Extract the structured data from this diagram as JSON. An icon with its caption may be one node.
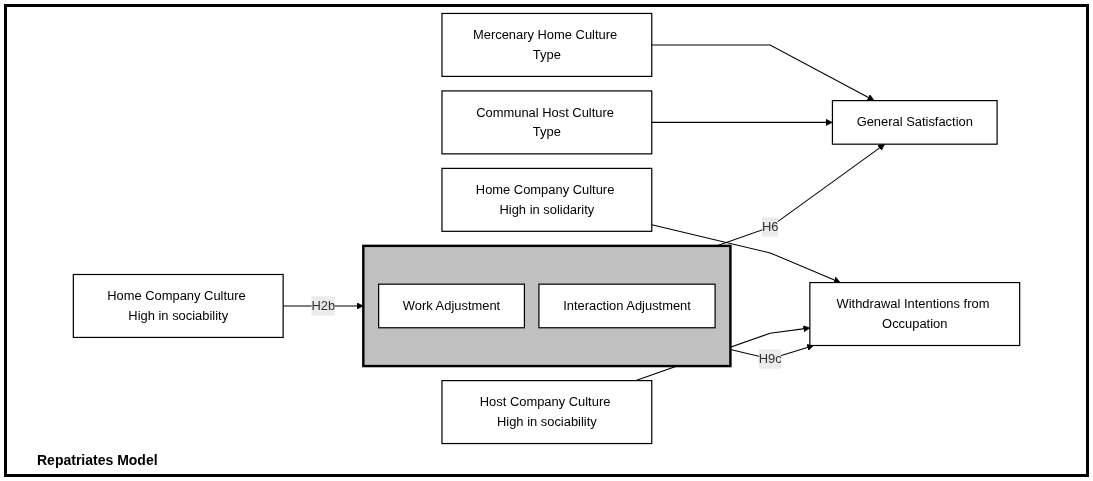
{
  "diagram": {
    "caption": "Repatriates Model",
    "nodes": [
      {
        "text": [
          "Mercenary Home Culture Type"
        ]
      },
      {
        "text": [
          "Home Company Culture High in sociability"
        ]
      },
      {
        "text": [
          "Home Company Culture High in solidarity"
        ]
      },
      {
        "text": [
          "Host Company Culture High in sociability"
        ]
      },
      {
        "text": [
          "Communal Host Culture Type"
        ]
      },
      {
        "text": [],
        "shape": "box"
      },
      {
        "text": [
          "Work Adjustment"
        ],
        "in": 5
      },
      {
        "text": [
          "Interaction Adjustment"
        ],
        "in": 5
      },
      {
        "text": [
          "General Satisfaction"
        ]
      },
      {
        "text": [
          "Withdrawal Intentions from Occupation"
        ]
      }
    ],
    "edges": [
      {
        "from": 0,
        "to": 8,
        "arrow": "to"
      },
      {
        "from": 1,
        "to": 5,
        "label": "H2b",
        "arrow": "to"
      },
      {
        "from": 5,
        "to": 8,
        "label": "H6",
        "arrow": "to"
      },
      {
        "from": 5,
        "to": 9,
        "label": "H9c",
        "arrow": "to"
      },
      {
        "from": 2,
        "to": 9,
        "arrow": "to"
      },
      {
        "from": 3,
        "to": 9,
        "arrow": "to"
      },
      {
        "from": 4,
        "to": 8,
        "arrow": "to"
      }
    ]
  }
}
